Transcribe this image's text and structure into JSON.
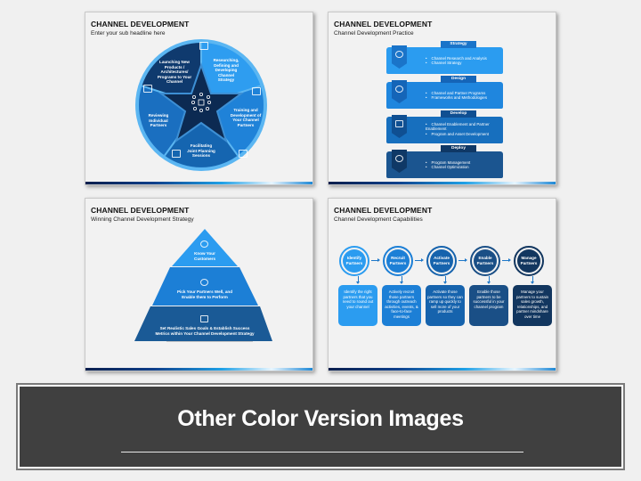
{
  "slides": [
    {
      "title": "CHANNEL DEVELOPMENT",
      "subtitle": "Enter your sub headline here",
      "wheel": {
        "center_icon": "network-hub-icon",
        "segments": [
          {
            "label": "Launching New Products / Architectures/ Programs to Your Channel",
            "color": "#0f3a6e"
          },
          {
            "label": "Researching, Defining and Developing Channel Strategy",
            "color": "#2e9df0"
          },
          {
            "label": "Training and Development of Your Channel Partners",
            "color": "#1f82d8"
          },
          {
            "label": "Facilitating Joint Planning Sessions",
            "color": "#1565b0"
          },
          {
            "label": "Reviewing Individual Partners",
            "color": "#1a6fc0"
          }
        ],
        "colors": {
          "rim": "#5bb6f2",
          "star": "#0c2a52",
          "star_outline": "#3d8fd4"
        }
      }
    },
    {
      "title": "CHANNEL DEVELOPMENT",
      "subtitle": "Channel Development Practice",
      "stages": [
        {
          "tab": "Strategy",
          "icon": "gears-head-icon",
          "bullets": [
            "Channel Research and Analysis",
            "Channel Strategy"
          ],
          "color": "#2b9cf0",
          "dark": "#1a74c9"
        },
        {
          "tab": "Design",
          "icon": "pen-nib-icon",
          "bullets": [
            "Channel and Partner Programs",
            "Frameworks and Methodologies"
          ],
          "color": "#1f86de",
          "dark": "#1565b8"
        },
        {
          "tab": "Develop",
          "icon": "code-monitor-icon",
          "bullets": [
            "Channel Enablement and Partner Enablement",
            "Program and Asset Development"
          ],
          "color": "#176fbe",
          "dark": "#0f4f92"
        },
        {
          "tab": "Deploy",
          "icon": "cogs-icon",
          "bullets": [
            "Program Management",
            "Channel Optimization"
          ],
          "color": "#1b5590",
          "dark": "#0f3866"
        }
      ]
    },
    {
      "title": "CHANNEL DEVELOPMENT",
      "subtitle": "Winning Channel Development Strategy",
      "pyramid": [
        {
          "label": "Know Your Customers",
          "icon": "customers-search-icon",
          "color": "#2b9cf0"
        },
        {
          "label": "Pick Your Partners Well, and Enable them to Perform",
          "icon": "handshake-icon",
          "color": "#1c7fd6"
        },
        {
          "label": "Set Realistic Sales Goals & Establish Success Metrics within Your Channel Development Strategy",
          "icon": "growth-chart-icon",
          "color": "#1a5a96"
        }
      ]
    },
    {
      "title": "CHANNEL DEVELOPMENT",
      "subtitle": "Channel Development Capabilities",
      "steps": [
        {
          "title": "Identify Partners",
          "text": "Identify the right partners that you need to round out your channel",
          "color": "#2b9cf0",
          "ring": "#2b9cf0"
        },
        {
          "title": "Recruit Partners",
          "text": "Actively recruit those partners through outreach activities, events, & face-to-face meetings",
          "color": "#1c7fd6",
          "ring": "#1c7fd6"
        },
        {
          "title": "Activate Partners",
          "text": "Activate those partners so they can ramp up quickly to sell more of your products",
          "color": "#1663ad",
          "ring": "#1663ad"
        },
        {
          "title": "Enable Partners",
          "text": "Enable those partners to be successful in your channel program",
          "color": "#1a4f86",
          "ring": "#1a4f86"
        },
        {
          "title": "Manage Partners",
          "text": "Manage your partners to sustain sales growth, relationships, and partner mindshare over time",
          "color": "#12365f",
          "ring": "#12365f"
        }
      ]
    }
  ],
  "banner": {
    "title": "Other Color Version Images"
  }
}
